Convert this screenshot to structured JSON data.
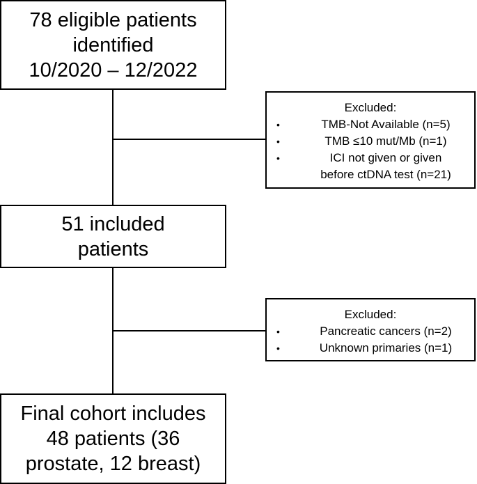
{
  "box_identified": {
    "lines": [
      "78 eligible patients",
      "identified",
      "10/2020 – 12/2022"
    ]
  },
  "exclusion_1": {
    "header": "Excluded:",
    "items": [
      {
        "lines": [
          "TMB-Not Available (n=5)"
        ]
      },
      {
        "lines": [
          "TMB ≤10 mut/Mb (n=1)"
        ]
      },
      {
        "lines": [
          "ICI not given or given",
          "before ctDNA test (n=21)"
        ]
      }
    ],
    "bullet": "•"
  },
  "box_included": {
    "lines": [
      "51 included",
      "patients"
    ]
  },
  "exclusion_2": {
    "header": "Excluded:",
    "items": [
      {
        "lines": [
          "Pancreatic cancers (n=2)"
        ]
      },
      {
        "lines": [
          "Unknown primaries (n=1)"
        ]
      }
    ],
    "bullet": "•"
  },
  "box_final": {
    "lines": [
      "Final cohort includes",
      "48 patients (36",
      "prostate, 12 breast)"
    ]
  },
  "colors": {
    "stroke": "#000000",
    "background": "#ffffff",
    "text": "#000000"
  }
}
